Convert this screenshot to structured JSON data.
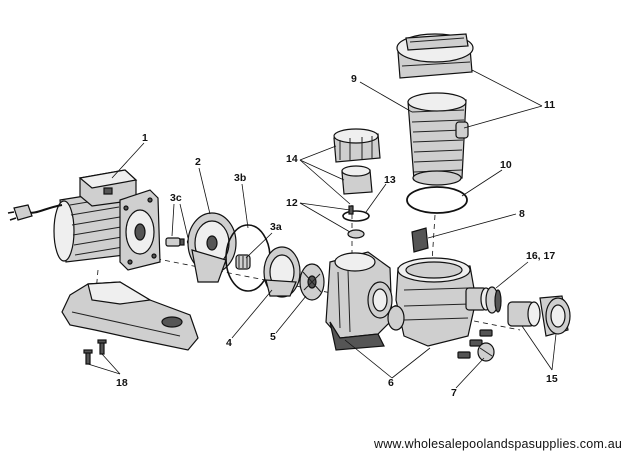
{
  "callouts": {
    "c1": "1",
    "c2": "2",
    "c3a": "3a",
    "c3b": "3b",
    "c3c": "3c",
    "c4": "4",
    "c5": "5",
    "c6": "6",
    "c7": "7",
    "c8": "8",
    "c9": "9",
    "c10": "10",
    "c11": "11",
    "c12": "12",
    "c13": "13",
    "c14": "14",
    "c15": "15",
    "c16_17": "16, 17",
    "c18": "18"
  },
  "footer": {
    "website": "www.wholesalepoolandspasupplies.com.au"
  }
}
